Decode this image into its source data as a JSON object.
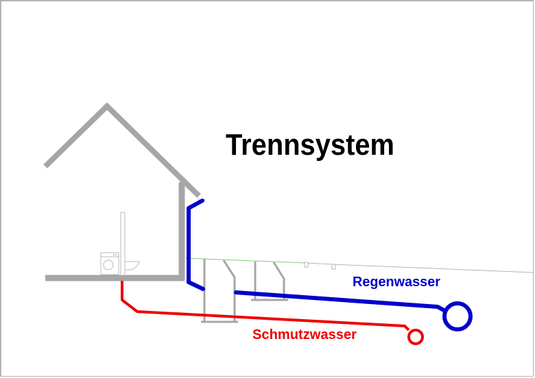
{
  "diagram": {
    "title": "Trennsystem",
    "labels": {
      "rainwater": "Regenwasser",
      "wastewater": "Schmutzwasser"
    },
    "colors": {
      "rainwater": "#0000cc",
      "wastewater": "#ee0000",
      "structure": "#a6a6a6",
      "ground_line": "#7ccf7c",
      "title": "#000000"
    },
    "elements": [
      "house",
      "washing-machine",
      "toilet",
      "downpipe",
      "gutter",
      "inspection-shafts",
      "ground-line",
      "rainwater-sewer",
      "wastewater-sewer"
    ]
  }
}
